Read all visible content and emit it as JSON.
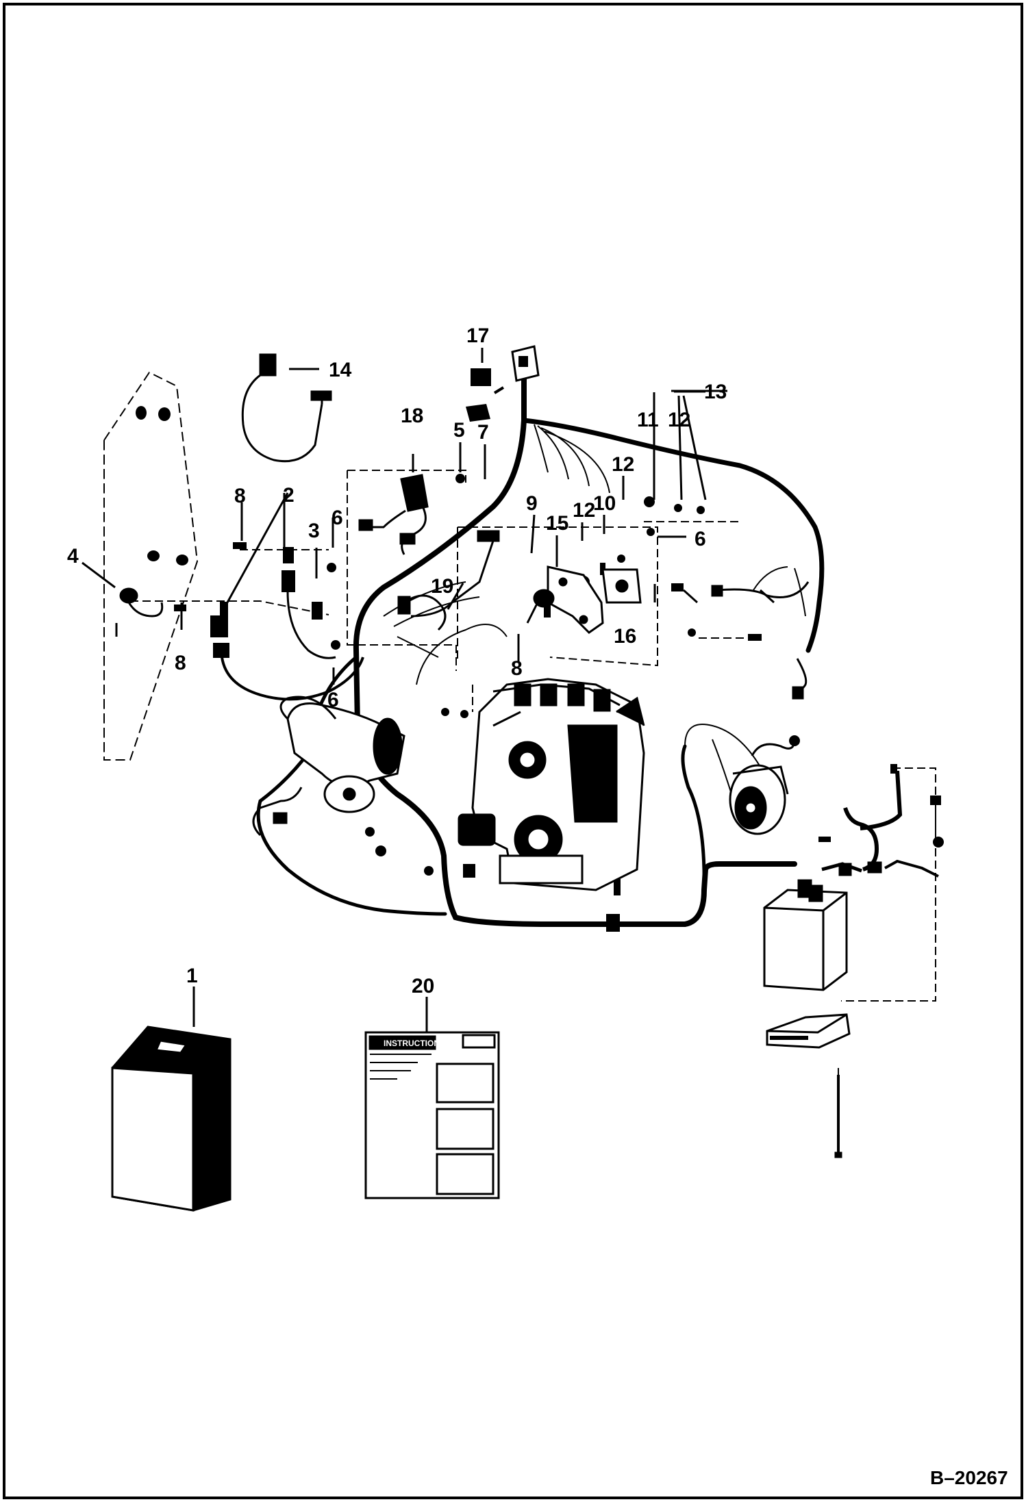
{
  "callouts": [
    "1",
    "2",
    "3",
    "4",
    "5",
    "6",
    "7",
    "8",
    "9",
    "10",
    "11",
    "12",
    "13",
    "14",
    "15",
    "16",
    "17",
    "18",
    "19",
    "20"
  ],
  "instructions_label": "INSTRUCTIONS",
  "figure_ref": "B–20267"
}
